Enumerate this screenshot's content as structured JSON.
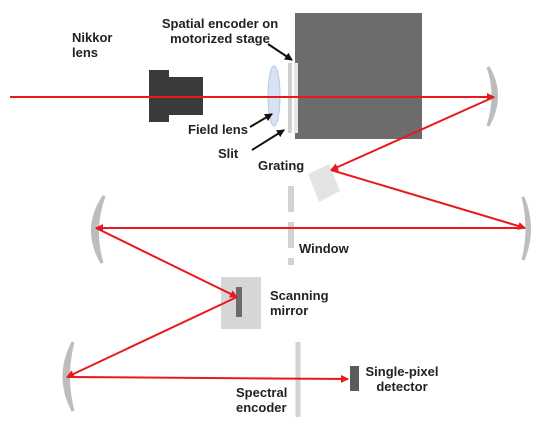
{
  "labels": {
    "nikkor_lens": "Nikkor\nlens",
    "spatial_encoder": "Spatial encoder on\nmotorized stage",
    "field_lens": "Field lens",
    "slit": "Slit",
    "grating": "Grating",
    "window": "Window",
    "scanning_mirror": "Scanning\nmirror",
    "spectral_encoder": "Spectral\nencoder",
    "single_pixel_detector": "Single-pixel\ndetector"
  },
  "colors": {
    "beam": "#e8191d",
    "annotation_arrow": "#111111",
    "housing": "#6e6b6b",
    "lens_body": "#3b3b3b",
    "mirror": "#b4b4b4",
    "window": "#d2d2d2",
    "scanning_box": "#d6d6d6",
    "detector": "#5b5b5b"
  }
}
